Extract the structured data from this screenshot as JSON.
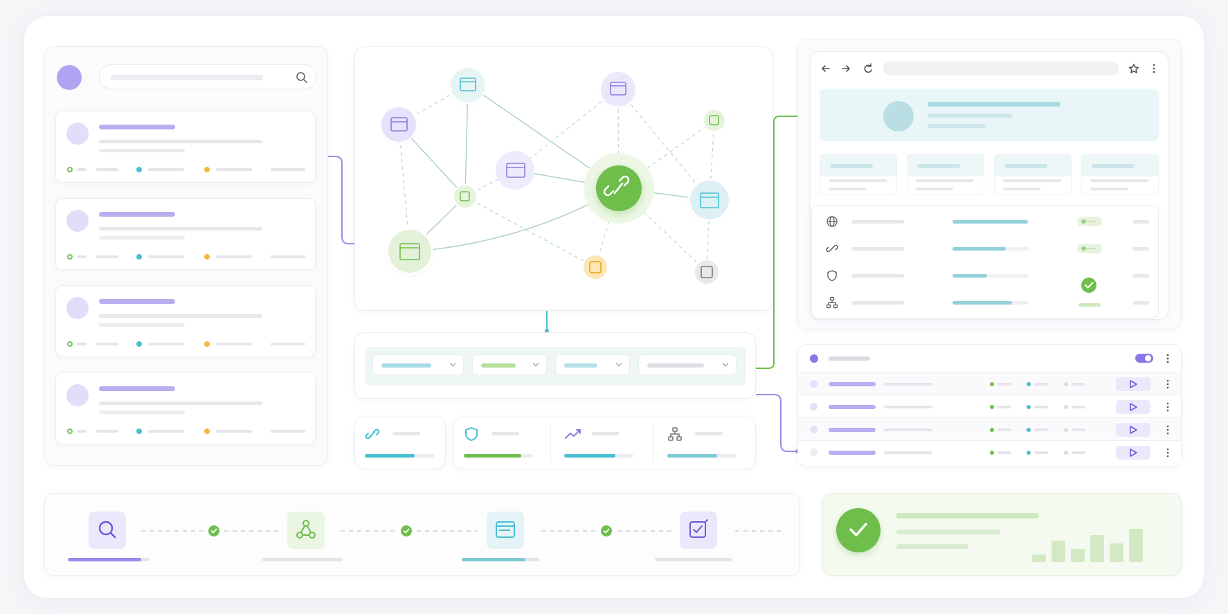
{
  "colors": {
    "purple": "#9b8ae8",
    "teal": "#48bfd2",
    "green": "#6fbe4c",
    "amber": "#f4b93a",
    "gray": "#c9c9d0"
  },
  "icons": {
    "search": "search-icon",
    "link": "link-icon",
    "shield": "shield-icon",
    "globe": "globe-icon",
    "sitemap": "sitemap-icon",
    "trend": "trend-icon",
    "check": "check-icon",
    "play": "play-icon"
  },
  "left_list": {
    "items_count": 4
  },
  "browser": {
    "toolbar": [
      "back",
      "forward",
      "refresh",
      "star",
      "menu"
    ]
  },
  "pipeline": {
    "steps": [
      "search",
      "graph",
      "web-page",
      "checklist"
    ],
    "progress": [
      0.9,
      0,
      0.82,
      0
    ]
  },
  "metrics": {
    "tiles": [
      {
        "icon": "link",
        "fill": 0.72,
        "color": "#48bfd2"
      },
      {
        "icon": "shield",
        "fill": 0.83,
        "color": "#6fbe4c"
      },
      {
        "icon": "trend",
        "fill": 0.74,
        "color": "#48bfd2"
      },
      {
        "icon": "sitemap",
        "fill": 0.72,
        "color": "#7dc9d6"
      }
    ]
  },
  "settings_rows": {
    "fills": [
      0.99,
      0.7,
      0.45,
      0.78
    ]
  },
  "task_rows": {
    "count": 4
  },
  "summary": {
    "bars": [
      0.2,
      0.62,
      0.38,
      0.8,
      0.55,
      1
    ]
  }
}
